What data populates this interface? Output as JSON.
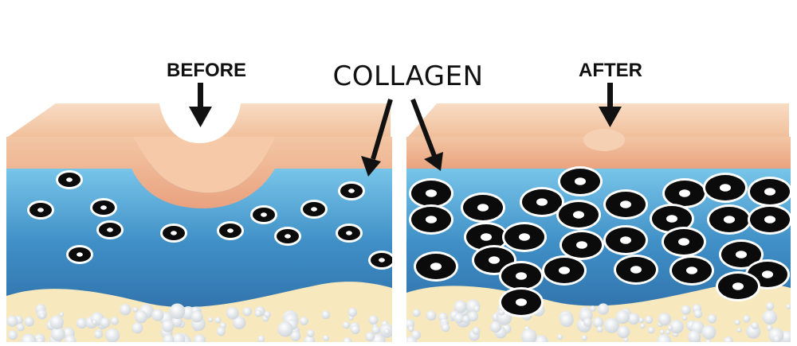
{
  "labels": {
    "before": "BEFORE",
    "after": "AFTER",
    "collagen": "COLLAGEN"
  },
  "colors": {
    "skin_top": "#f6d2b2",
    "skin_mid": "#e7a27d",
    "skin_edge": "#f1c2a0",
    "dermis_top": "#6ec1e6",
    "dermis_bottom": "#2f6ea8",
    "fat": "#f8e8bd",
    "bubble": "#e6ebee",
    "cell_dark": "#0b0b0b",
    "cell_ring": "#ffffff",
    "arrow": "#111111"
  },
  "panels": [
    {
      "name": "before",
      "label_key": "before"
    },
    {
      "name": "after",
      "label_key": "after"
    }
  ]
}
